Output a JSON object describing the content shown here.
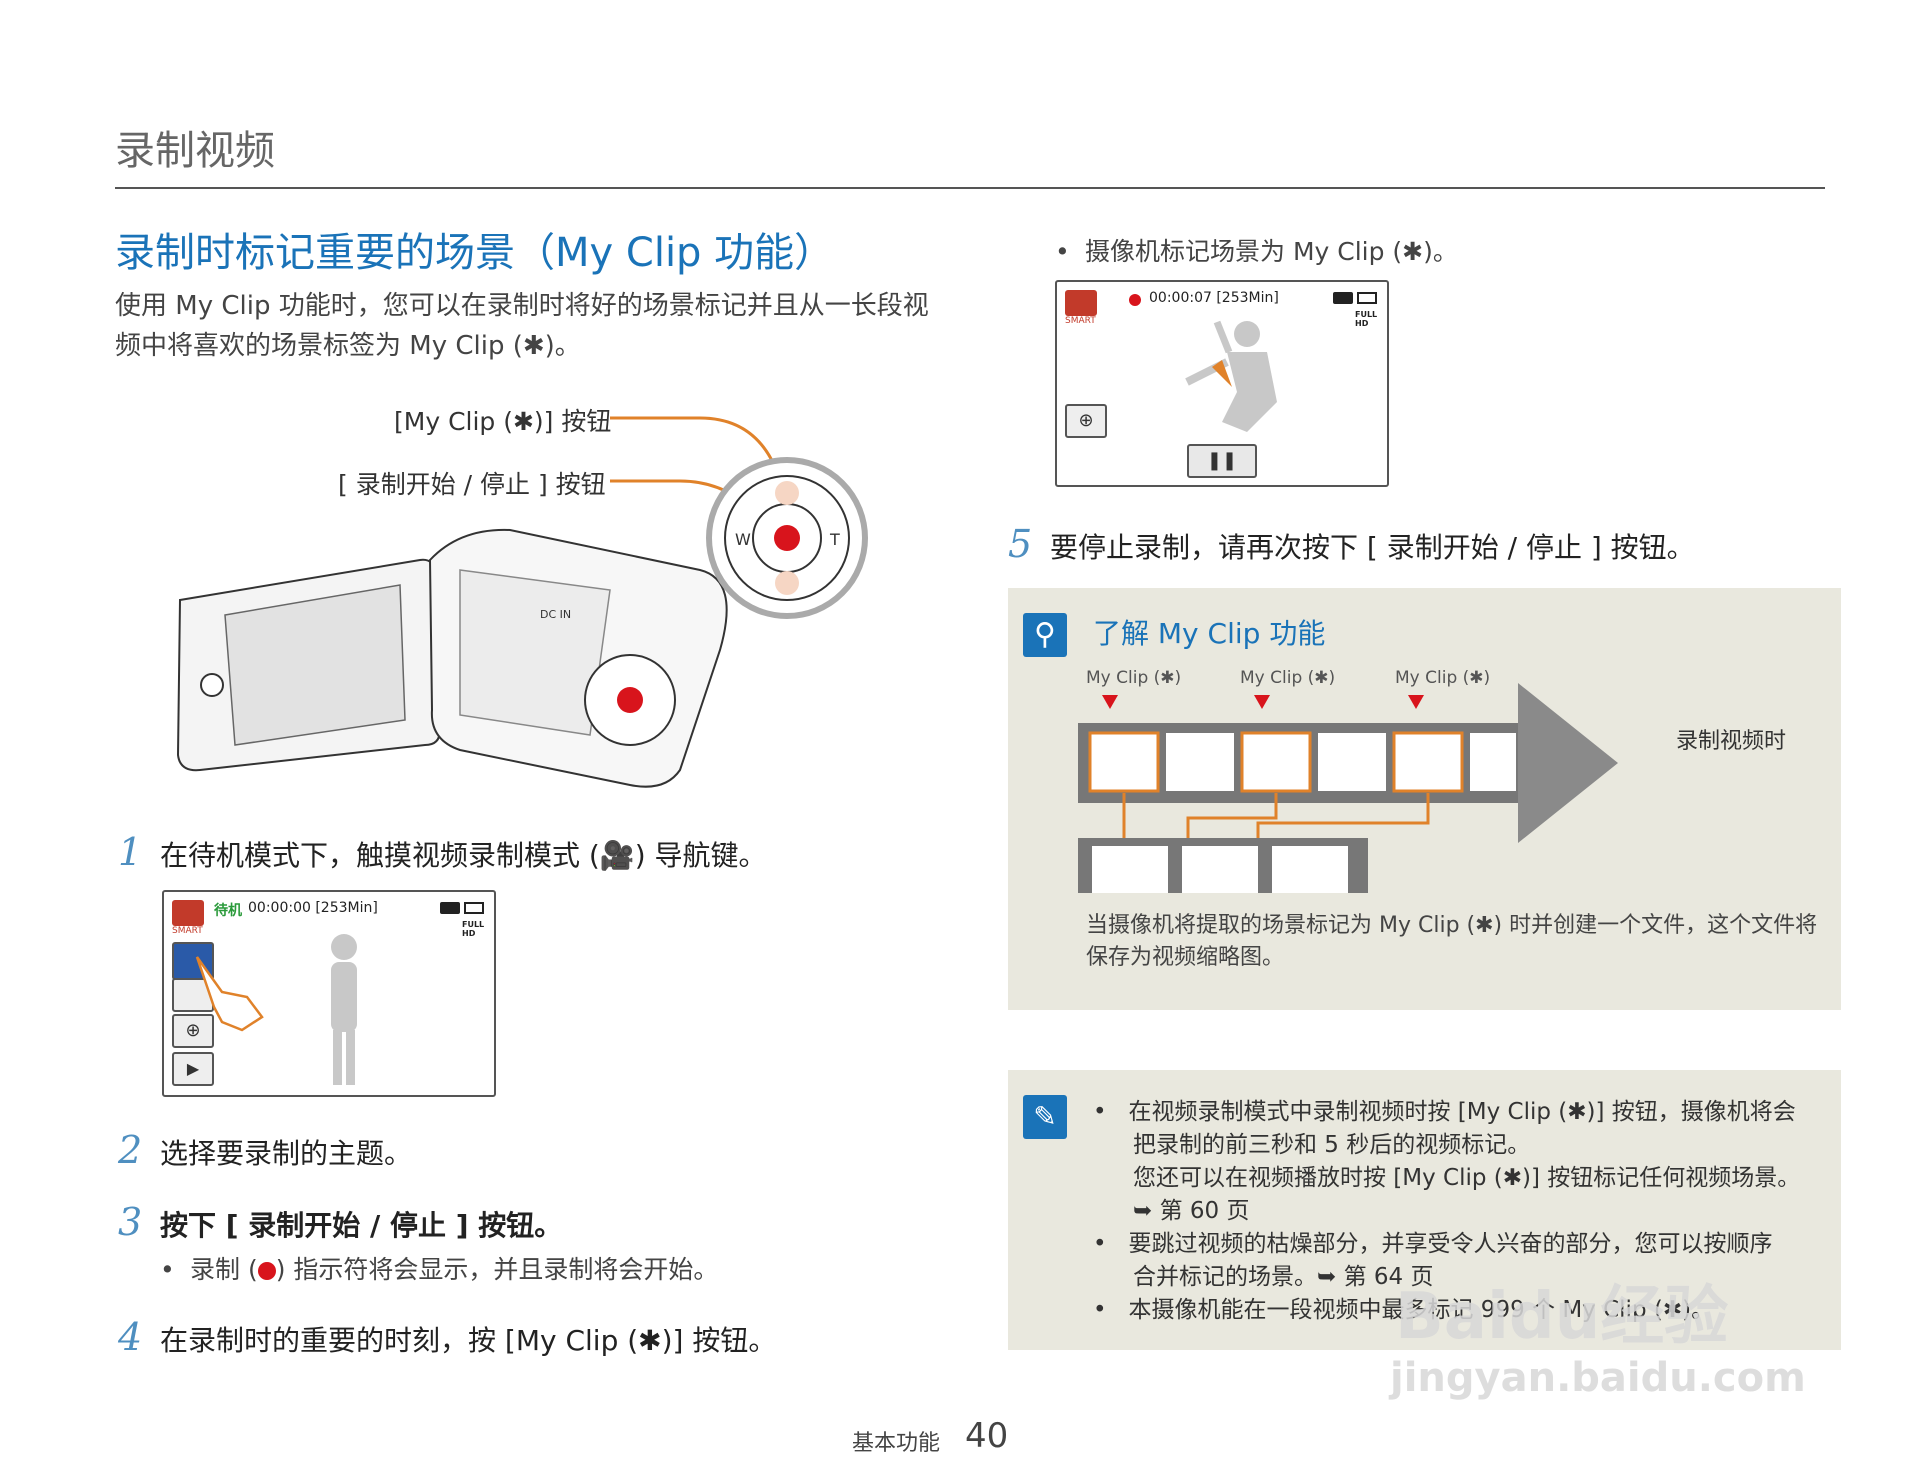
{
  "page": {
    "section_title": "录制视频",
    "main_heading": "录制时标记重要的场景（My Clip 功能）",
    "intro": "使用 My Clip 功能时，您可以在录制时将好的场景标记并且从一长段视频中将喜欢的场景标签为 My Clip (✱)。",
    "footer_label": "基本功能",
    "footer_page": "40"
  },
  "camera_diagram": {
    "label_myclip": "[My Clip (✱)] 按钮",
    "label_record": "[ 录制开始 / 停止 ] 按钮",
    "dial_w": "W",
    "dial_t": "T",
    "port_label": "DC IN"
  },
  "steps": [
    {
      "num": "1",
      "text": "在待机模式下，触摸视频录制模式 (🎥) 导航键。"
    },
    {
      "num": "2",
      "text": "选择要录制的主题。"
    },
    {
      "num": "3",
      "text": "按下 [ 录制开始 / 停止 ] 按钮。"
    },
    {
      "num": "4",
      "text": "在录制时的重要的时刻，按 [My Clip (✱)] 按钮。"
    },
    {
      "num": "5",
      "text": "要停止录制，请再次按下 [ 录制开始 / 停止 ] 按钮。"
    }
  ],
  "step3_bullet_pre": "录制 (",
  "step3_bullet_post": ") 指示符将会显示，并且录制将会开始。",
  "right_bullet": "摄像机标记场景为 My Clip (✱)。",
  "screen1": {
    "status": "待机",
    "time": "00:00:00 [253Min]",
    "smart": "SMART",
    "full_hd": "FULL HD"
  },
  "screen2": {
    "time": "00:00:07 [253Min]",
    "smart": "SMART",
    "full_hd": "FULL HD"
  },
  "info_panel": {
    "title": "了解 My Clip 功能",
    "myclip_labels": [
      "My Clip (✱)",
      "My Clip (✱)",
      "My Clip (✱)"
    ],
    "arrow_label": "录制视频时",
    "caption": "当摄像机将提取的场景标记为 My Clip (✱) 时并创建一个文件，这个文件将保存为视频缩略图。"
  },
  "note_panel": {
    "b1_line1": "在视频录制模式中录制视频时按 [My Clip (✱)] 按钮，摄像机将会",
    "b1_line2": "把录制的前三秒和 5 秒后的视频标记。",
    "b1_line3": "您还可以在视频播放时按 [My Clip (✱)] 按钮标记任何视频场景。",
    "b1_line4": "➥ 第 60 页",
    "b2_line1": "要跳过视频的枯燥部分，并享受令人兴奋的部分，您可以按顺序",
    "b2_line2": "合并标记的场景。➥ 第 64 页",
    "b3_line1": "本摄像机能在一段视频中最多标记 999 个 My Clip (✱)。"
  },
  "watermark": {
    "line1": "Baidu经验",
    "line2": "jingyan.baidu.com"
  },
  "colors": {
    "accent_blue": "#1a73b8",
    "orange": "#e0822a",
    "red": "#d8141c",
    "panel_bg": "#e9e8de"
  }
}
